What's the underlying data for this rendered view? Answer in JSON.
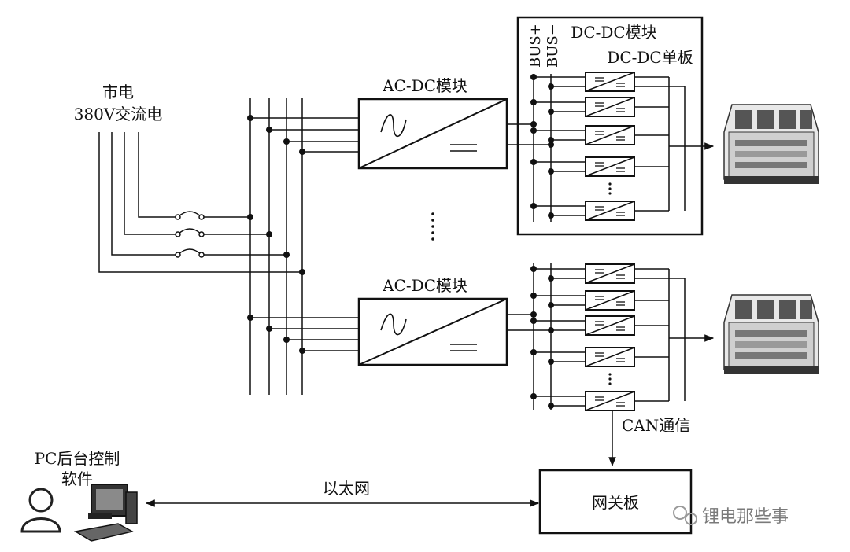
{
  "labels": {
    "mains_line1": "市电",
    "mains_line2": "380V交流电",
    "acdc_top": "AC-DC模块",
    "acdc_bottom": "AC-DC模块",
    "dcdc_module": "DC-DC模块",
    "dcdc_board": "DC-DC单板",
    "bus_plus": "BUS+",
    "bus_minus": "BUS−",
    "can": "CAN通信",
    "gateway": "网关板",
    "ethernet": "以太网",
    "pc_line1": "PC后台控制",
    "pc_line2": "软件",
    "watermark": "锂电那些事"
  }
}
